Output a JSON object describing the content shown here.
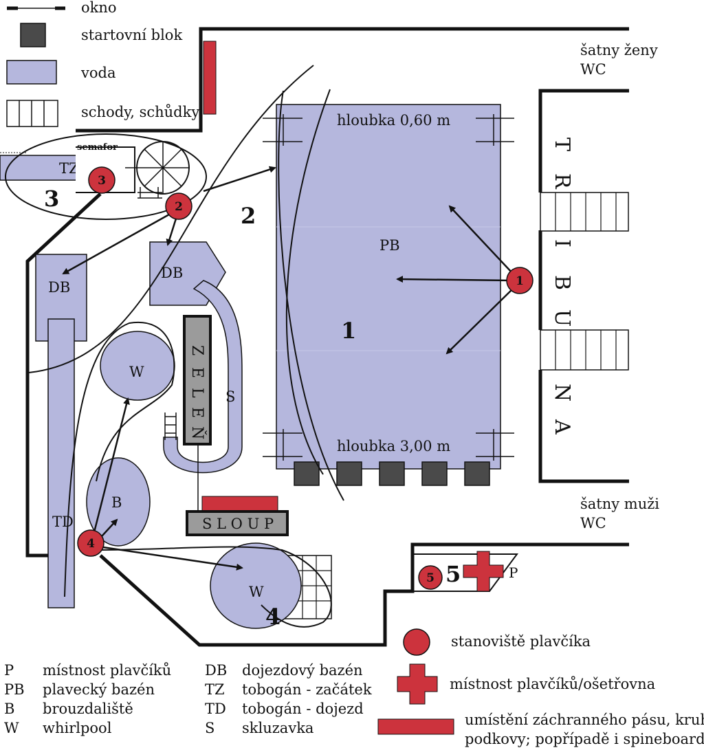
{
  "colors": {
    "water": "#b5b7dd",
    "station": "#cc333d",
    "block": "#4a4a4a",
    "rescue": "#cc333d",
    "line": "#111111",
    "greenery": "#9b9b9b"
  },
  "legend_top": {
    "window": "okno",
    "start_block": "startovní blok",
    "water": "voda",
    "stairs": "schody, schůdky"
  },
  "rooms": {
    "women_line1": "šatny ženy",
    "women_line2": "WC",
    "men_line1": "šatny muži",
    "men_line2": "WC"
  },
  "tribuna": [
    "T",
    "R",
    "I",
    "B",
    "U",
    "N",
    "A"
  ],
  "pool": {
    "label": "PB",
    "depth_shallow": "hloubka 0,60 m",
    "depth_deep": "hloubka 3,00 m",
    "zone_number": "1"
  },
  "features": {
    "semafor": "semafor",
    "tz": "TZ",
    "db_left": "DB",
    "db_mid": "DB",
    "td": "TD",
    "w_top": "W",
    "w_bottom": "W",
    "b": "B",
    "s": "S",
    "zelen": [
      "Z",
      "E",
      "L",
      "E",
      "Ň"
    ],
    "sloup": "S L O U P",
    "room_p": "P"
  },
  "zones": {
    "z1": "1",
    "z2": "2",
    "z3": "3",
    "z4": "4",
    "z5": "5"
  },
  "stations": [
    "1",
    "2",
    "3",
    "4",
    "5"
  ],
  "legend_bottom_left": [
    {
      "key": "P",
      "desc": "místnost plavčíků"
    },
    {
      "key": "PB",
      "desc": "plavecký bazén"
    },
    {
      "key": "B",
      "desc": "brouzdaliště"
    },
    {
      "key": "W",
      "desc": "whirlpool"
    }
  ],
  "legend_bottom_mid": [
    {
      "key": "DB",
      "desc": "dojezdový bazén"
    },
    {
      "key": "TZ",
      "desc": "tobogán - začátek"
    },
    {
      "key": "TD",
      "desc": "tobogán - dojezd"
    },
    {
      "key": "S",
      "desc": "skluzavka"
    }
  ],
  "legend_bottom_right": {
    "station": "stanoviště plavčíka",
    "room": "místnost plavčíků/ošetřovna",
    "rescue_line1": "umístění záchranného pásu, kruhu a",
    "rescue_line2": "podkovy; popřípadě i spineboardu"
  }
}
